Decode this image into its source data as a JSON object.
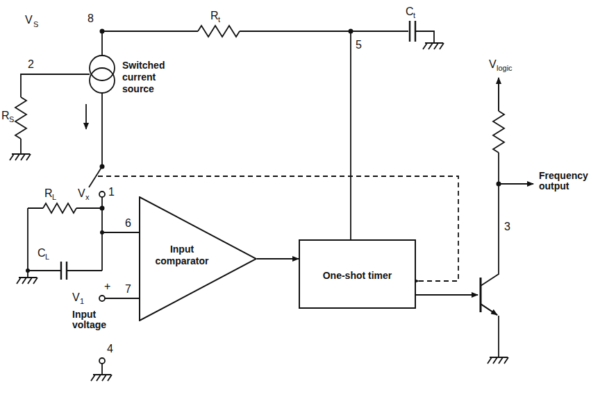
{
  "diagram": {
    "nodes": [
      {
        "text": [
          "Switched current source"
        ]
      },
      {
        "text": [
          "Input comparator"
        ]
      },
      {
        "text": [
          "One-shot timer"
        ]
      }
    ],
    "edges": [
      {
        "from": 1,
        "to": 2,
        "arrow": "to"
      }
    ],
    "labels": [
      "V",
      "S",
      "8",
      "R",
      "t",
      "C",
      "t",
      "5",
      "2",
      "R",
      "S",
      "1",
      "R",
      "L",
      "V",
      "x",
      "C",
      "L",
      "6",
      "7",
      "+",
      "V",
      "1",
      "Input voltage",
      "4",
      "V",
      "logic",
      "Frequency output",
      "3"
    ]
  }
}
